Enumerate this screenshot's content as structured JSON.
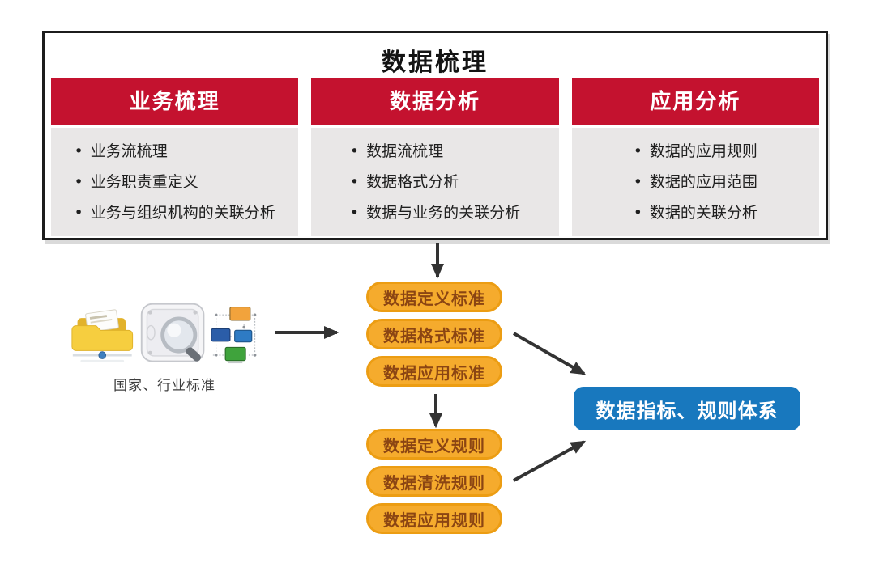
{
  "panel": {
    "title": "数据梳理",
    "columns": [
      {
        "header": "业务梳理",
        "items": [
          "业务流梳理",
          "业务职责重定义",
          "业务与组织机构的关联分析"
        ]
      },
      {
        "header": "数据分析",
        "items": [
          "数据流梳理",
          "数据格式分析",
          "数据与业务的关联分析"
        ]
      },
      {
        "header": "应用分析",
        "items": [
          "数据的应用规则",
          "数据的应用范围",
          "数据的关联分析"
        ]
      }
    ]
  },
  "source": {
    "caption": "国家、行业标准",
    "icons": [
      "folder-icon",
      "disk-search-icon",
      "network-icon"
    ]
  },
  "standards": [
    "数据定义标准",
    "数据格式标准",
    "数据应用标准"
  ],
  "rules": [
    "数据定义规则",
    "数据清洗规则",
    "数据应用规则"
  ],
  "result": {
    "label": "数据指标、规则体系"
  },
  "colors": {
    "header_red": "#C4122F",
    "list_bg": "#E9E7E7",
    "pill_fill": "#F5AB2D",
    "pill_border": "#EC9D13",
    "pill_text": "#8B4513",
    "result_blue": "#1878BE",
    "arrow": "#333333"
  }
}
